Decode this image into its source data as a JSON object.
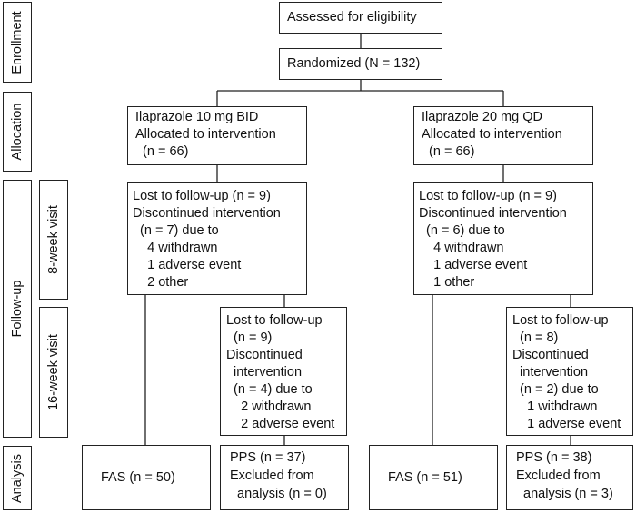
{
  "stages": {
    "enrollment": "Enrollment",
    "allocation": "Allocation",
    "follow_up": "Follow-up",
    "week8": "8-week visit",
    "week16": "16-week visit",
    "analysis": "Analysis"
  },
  "enrollment": {
    "assessed": "Assessed for eligibility",
    "randomized": "Randomized (N = 132)"
  },
  "left_arm": {
    "allocation": [
      "Ilaprazole 10 mg BID",
      "Allocated to intervention",
      "  (n = 66)"
    ],
    "week8": [
      "Lost to follow-up (n = 9)",
      "Discontinued intervention",
      "  (n = 7) due to",
      "    4 withdrawn",
      "    1 adverse event",
      "    2 other"
    ],
    "week16": [
      "Lost to follow-up",
      "  (n = 9)",
      "Discontinued",
      "  intervention",
      "  (n = 4) due to",
      "    2 withdrawn",
      "    2 adverse event"
    ],
    "fas": "FAS (n = 50)",
    "pps": [
      "PPS (n = 37)",
      "Excluded from",
      "  analysis (n = 0)"
    ]
  },
  "right_arm": {
    "allocation": [
      "Ilaprazole 20 mg QD",
      "Allocated to intervention",
      "  (n = 66)"
    ],
    "week8": [
      "Lost to follow-up (n = 9)",
      "Discontinued intervention",
      "  (n = 6) due to",
      "    4 withdrawn",
      "    1 adverse event",
      "    1 other"
    ],
    "week16": [
      "Lost to follow-up",
      "  (n = 8)",
      "Discontinued",
      "  intervention",
      "  (n = 2) due to",
      "    1 withdrawn",
      "    1 adverse event"
    ],
    "fas": "FAS (n = 51)",
    "pps": [
      "PPS (n = 38)",
      "Excluded from",
      "  analysis (n = 3)"
    ]
  }
}
